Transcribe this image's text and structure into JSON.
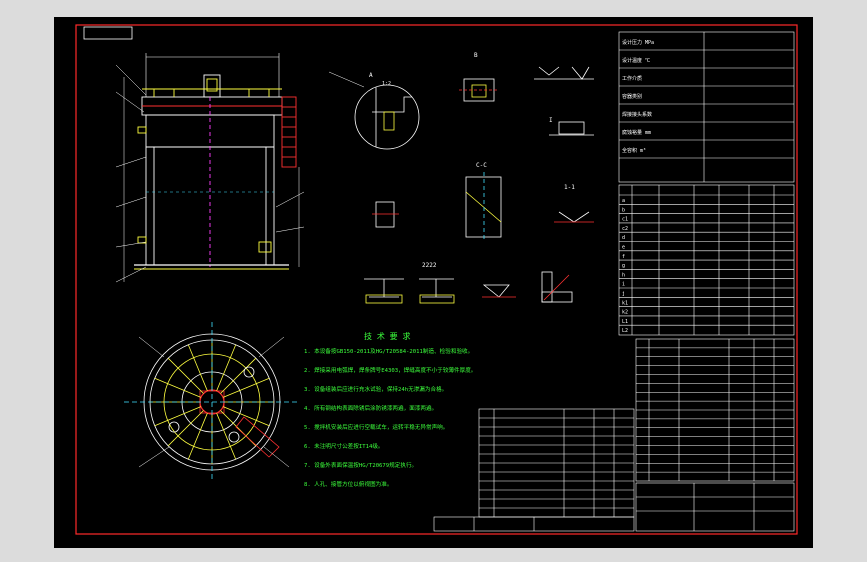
{
  "colors": {
    "background": "#000000",
    "page": "#dcdcdc",
    "border": "#ff2a2a",
    "linework": "#ffffff",
    "text_green": "#3cff3c",
    "yellow": "#ffff40",
    "red": "#ff3030",
    "cyan": "#40e0ff",
    "magenta": "#ff40ff"
  },
  "views": {
    "section_a": "A",
    "section_b": "B",
    "section_c": "C-C",
    "section_d": "1-1",
    "section_e": "2222",
    "section_f": "I",
    "detail_label": "1:2"
  },
  "notes": {
    "title": "技 术 要 求",
    "lines": [
      "1. 本设备按GB150-2011及HG/T20584-2011制造、检验和验收。",
      "2. 焊接采用电弧焊，焊条牌号E4303，焊缝高度不小于较薄件厚度。",
      "3. 设备组装后应进行充水试验，保持24h无渗漏为合格。",
      "4. 所有钢结构表面除锈后涂防锈漆两遍，面漆两遍。",
      "5. 搅拌机安装后应进行空载试车，运转平稳无异常声响。",
      "6. 未注明尺寸公差按IT14级。",
      "7. 设备外表面保温按HG/T20679规定执行。",
      "8. 人孔、接管方位以俯视图为准。"
    ]
  },
  "tables": {
    "design_rows": [
      "设计压力 MPa",
      "设计温度 ℃",
      "工作介质",
      "容器类别",
      "焊接接头系数",
      "腐蚀裕量 mm",
      "全容积 m³"
    ],
    "nozzle_rows": [
      "a",
      "b",
      "c1",
      "c2",
      "d",
      "e",
      "f",
      "g",
      "h",
      "i",
      "j",
      "k1",
      "k2",
      "L1",
      "L2"
    ],
    "parts_rows": 16,
    "left_parts_rows": 12
  }
}
